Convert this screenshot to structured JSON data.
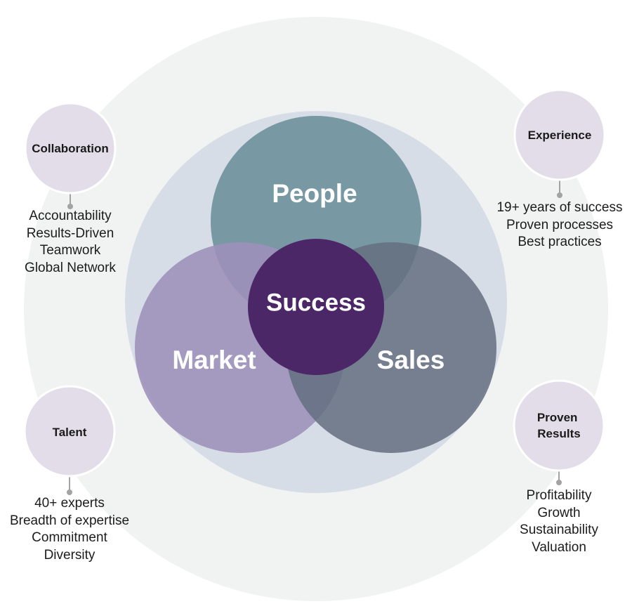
{
  "colors": {
    "outer_ring": "#f1f2f2",
    "inner_ring": "#d6dde6",
    "people": "#6e919c",
    "market": "#9d8fb9",
    "sales": "#646f80",
    "success": "#4b2768",
    "badge": "#e3dde9",
    "connector": "#a3a3a3"
  },
  "venn": {
    "people": "People",
    "market": "Market",
    "sales": "Sales",
    "center": "Success"
  },
  "badges": {
    "collaboration": {
      "label": [
        "Collaboration"
      ],
      "details": [
        "Accountability",
        "Results-Driven",
        "Teamwork",
        "Global Network"
      ]
    },
    "experience": {
      "label": [
        "Experience"
      ],
      "details": [
        "19+ years of success",
        "Proven processes",
        "Best practices"
      ]
    },
    "talent": {
      "label": [
        "Talent"
      ],
      "details": [
        "40+ experts",
        "Breadth of expertise",
        "Commitment",
        "Diversity"
      ]
    },
    "proven_results": {
      "label": [
        "Proven",
        "Results"
      ],
      "details": [
        "Profitability",
        "Growth",
        "Sustainability",
        "Valuation"
      ]
    }
  }
}
